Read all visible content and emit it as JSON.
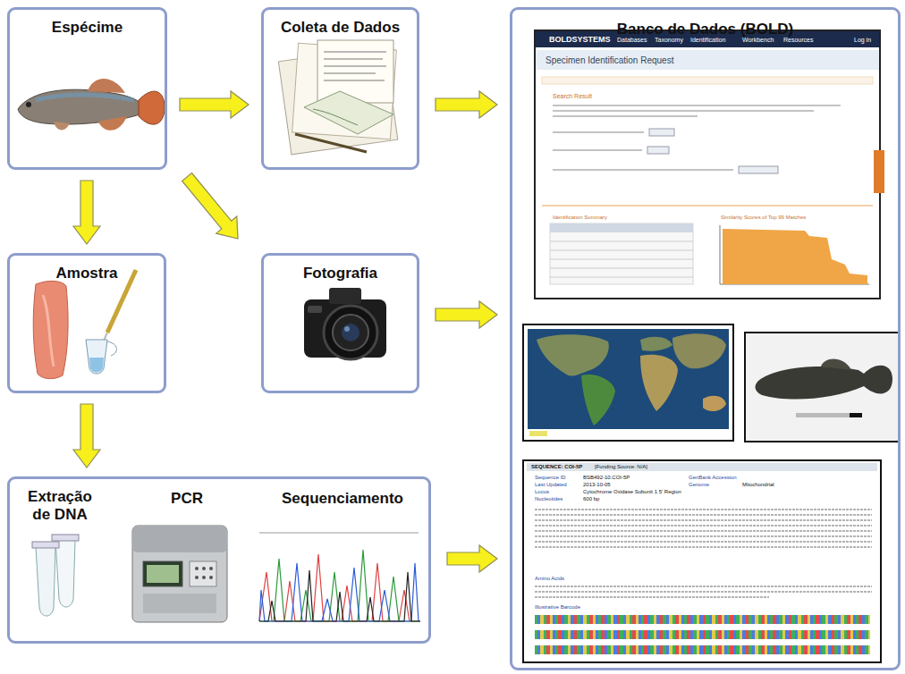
{
  "diagram": {
    "nodes": [
      {
        "text": [
          "Espécime"
        ]
      },
      {
        "text": [
          "Coleta de Dados"
        ]
      },
      {
        "text": [
          "Amostra"
        ]
      },
      {
        "text": [
          "Fotografia"
        ]
      },
      {
        "text": [
          "Extração de DNA",
          "PCR",
          "Sequenciamento"
        ]
      },
      {
        "text": [
          "Banco de Dados (BOLD)"
        ]
      }
    ],
    "edges": [
      {
        "from": 0,
        "to": 1,
        "arrow": "to"
      },
      {
        "from": 0,
        "to": 2,
        "arrow": "to"
      },
      {
        "from": 0,
        "to": 3,
        "arrow": "to"
      },
      {
        "from": 2,
        "to": 4,
        "arrow": "to"
      },
      {
        "from": 1,
        "to": 5,
        "arrow": "to"
      },
      {
        "from": 3,
        "to": 5,
        "arrow": "to"
      },
      {
        "from": 4,
        "to": 5,
        "arrow": "to"
      }
    ],
    "labels": [
      "BOLDSYSTEMS",
      "Databases",
      "Taxonomy",
      "Identification",
      "Workbench",
      "Resources",
      "Log in",
      "Specimen Identification Request",
      "Search Result",
      "Identification Summary",
      "Similarity Scores of Top 99 Matches",
      "SEQUENCE: COI-5P",
      "[Funding Source: N/A]",
      "Sequence ID",
      "Last Updated",
      "Locus",
      "Nucleotides",
      "BSB492-10.COI-5P",
      "2013-10-05",
      "Cytochrome Oxidase Subunit 1 5' Region",
      "600 bp",
      "GenBank Accession",
      "Genome",
      "Mitochondrial",
      "Amino Acids",
      "Illustrative Barcode"
    ]
  }
}
